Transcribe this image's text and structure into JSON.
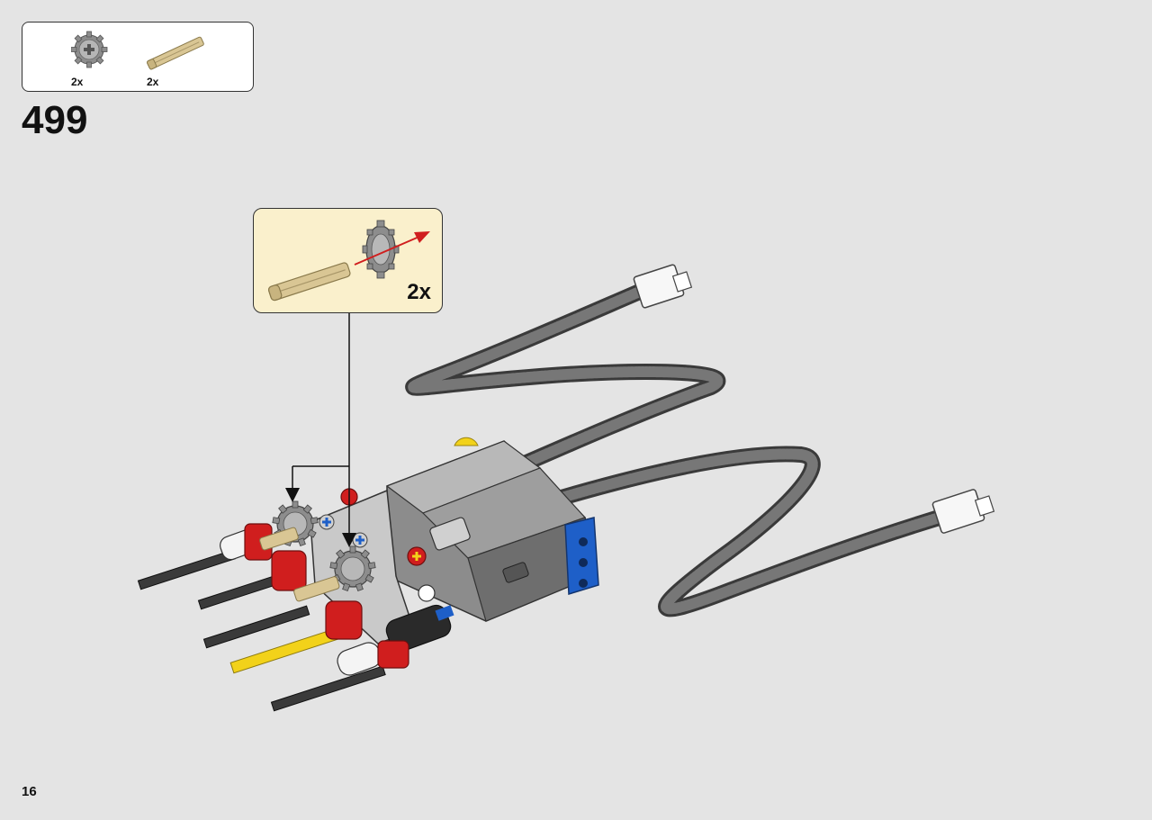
{
  "parts_list": {
    "items": [
      {
        "icon": "gear-icon",
        "qty": "2x"
      },
      {
        "icon": "axle-icon",
        "qty": "2x"
      }
    ]
  },
  "step": {
    "number": "499"
  },
  "callout": {
    "qty": "2x"
  },
  "page": {
    "number": "16"
  },
  "colors": {
    "callout_background": "#faf0cc",
    "axle_tan": "#d9c694",
    "gear_grey": "#9a9a9a",
    "accent_red": "#d01e1e",
    "accent_blue": "#1e5fc8",
    "accent_yellow": "#f2d21a"
  }
}
